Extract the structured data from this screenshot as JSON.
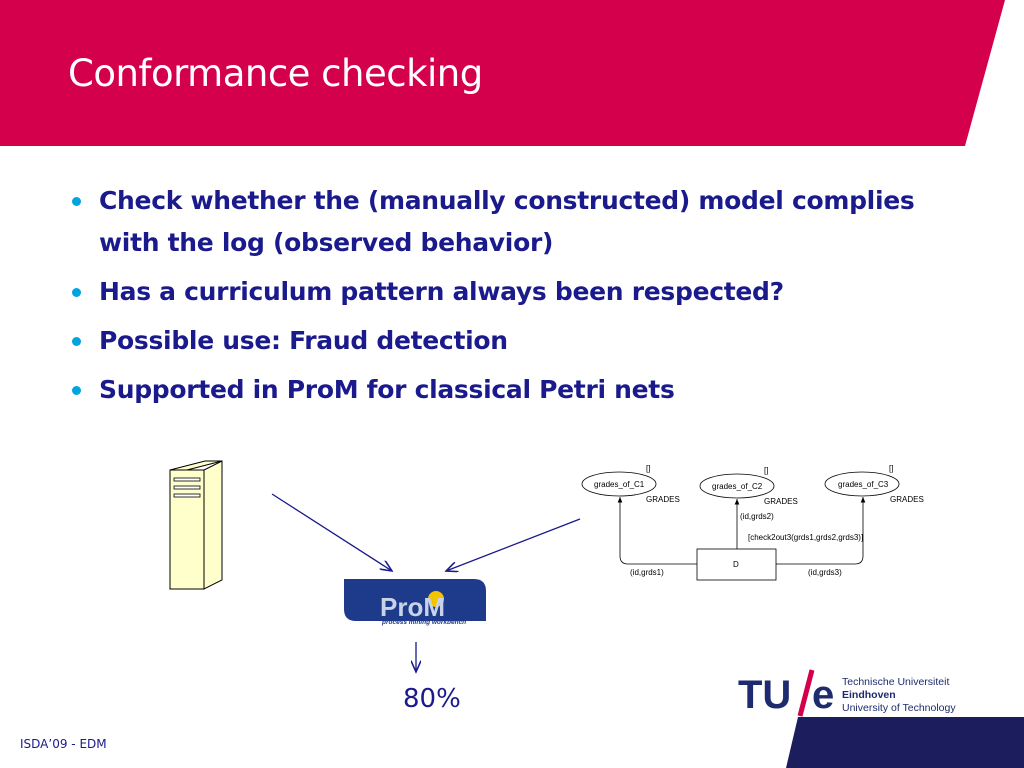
{
  "slide": {
    "title": "Conformance checking",
    "bullets": [
      "Check whether the (manually constructed) model complies with the log (observed behavior)",
      "Has a curriculum pattern always been respected?",
      "Possible use: Fraud detection",
      "Supported in ProM for classical Petri nets"
    ],
    "result": "80%",
    "footer": "ISDA’09 - EDM"
  },
  "prom_logo": {
    "name": "ProM",
    "tagline": "process mining workbench"
  },
  "petri_net": {
    "places": [
      {
        "label": "grades_of_C1",
        "token": "[]",
        "type": "GRADES"
      },
      {
        "label": "grades_of_C2",
        "token": "[]",
        "type": "GRADES"
      },
      {
        "label": "grades_of_C3",
        "token": "[]",
        "type": "GRADES"
      }
    ],
    "transition": "D",
    "guard": "[check2out3(grds1,grds2,grds3)]",
    "arcs": [
      "(id,grds1)",
      "(id,grds2)",
      "(id,grds3)"
    ]
  },
  "university": {
    "logo": "TU/e",
    "line1": "Technische Universiteit",
    "line2": "Eindhoven",
    "line3": "University of Technology"
  },
  "colors": {
    "header_red": "#d4004b",
    "text_navy": "#1a1a8c",
    "bullet_blue": "#00a4de",
    "corner_navy": "#1b1d5c",
    "server_fill": "#ffffcc"
  }
}
